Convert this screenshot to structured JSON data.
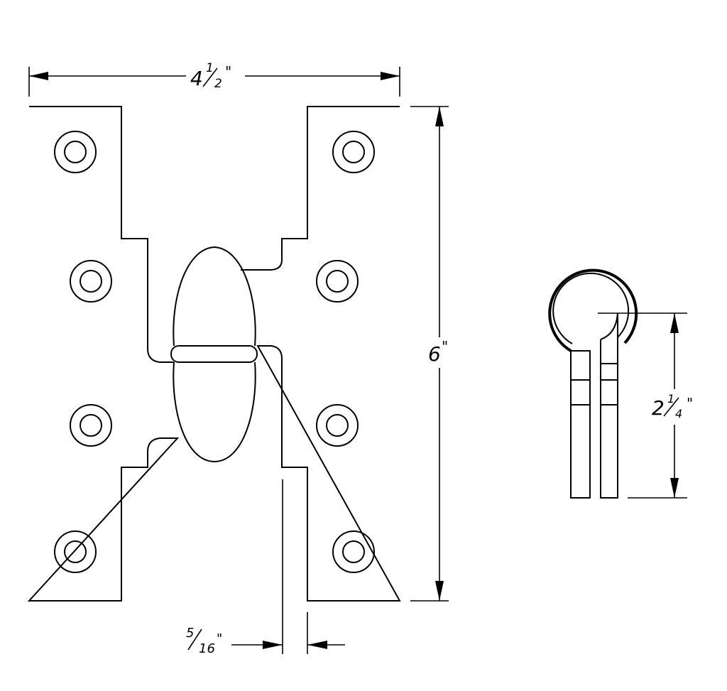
{
  "drawing": {
    "dimensions": {
      "width": {
        "whole": "4",
        "num": "1",
        "den": "2",
        "unit": "\""
      },
      "height": {
        "whole": "6",
        "unit": "\""
      },
      "gap": {
        "num": "5",
        "den": "16",
        "unit": "\""
      },
      "side_height": {
        "whole": "2",
        "num": "1",
        "den": "4",
        "unit": "\""
      }
    }
  }
}
